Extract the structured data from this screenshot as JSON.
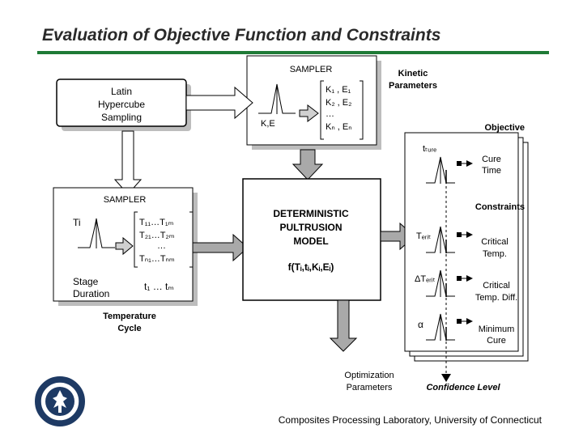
{
  "title": "Evaluation of Objective Function and Constraints",
  "colors": {
    "rule": "#1f7a36",
    "shadow": "#bdbdbd"
  },
  "sampler_top": {
    "label": "SAMPLER",
    "dist_label": "K,E",
    "params": [
      "K₁ , E₁",
      "K₂ , E₂",
      "…",
      "Kₙ , Eₙ"
    ]
  },
  "lhs": {
    "label": [
      "Latin",
      "Hypercube",
      "Sampling"
    ]
  },
  "kinetic": {
    "label": [
      "Kinetic",
      "Parameters"
    ]
  },
  "sampler_left": {
    "label": "SAMPLER",
    "dist_label": "Ti",
    "matrix": [
      "T₁₁…T₁ₘ",
      "T₂₁…T₂ₘ",
      "…",
      "Tₙ₁…Tₙₘ"
    ],
    "stage": [
      "Stage",
      "Duration"
    ],
    "times": "t₁ … tₘ",
    "temp_cycle": [
      "Temperature",
      "Cycle"
    ]
  },
  "model": {
    "label": [
      "DETERMINISTIC",
      "PULTRUSION",
      "MODEL"
    ],
    "func": "f(Tᵢ,tᵢ,Kᵢ,Eᵢ)"
  },
  "objective": {
    "heading": "Objective",
    "var": "tₜᵤᵣₑ",
    "label": [
      "Cure",
      "Time"
    ]
  },
  "constraints": {
    "heading": "Constraints",
    "items": [
      {
        "var": "Tₑᵣᵢₜ",
        "label": [
          "Critical",
          "Temp."
        ]
      },
      {
        "var": "ΔTₑᵣᵢₜ",
        "label": [
          "Critical",
          "Temp. Diff."
        ]
      },
      {
        "var": "α",
        "label": [
          "Minimum",
          "Cure"
        ]
      }
    ]
  },
  "optimization": {
    "label": [
      "Optimization",
      "Parameters"
    ]
  },
  "confidence": "Confidence Level",
  "footer": "Composites Processing Laboratory, University of Connecticut",
  "seal_icon": "university-seal-icon"
}
